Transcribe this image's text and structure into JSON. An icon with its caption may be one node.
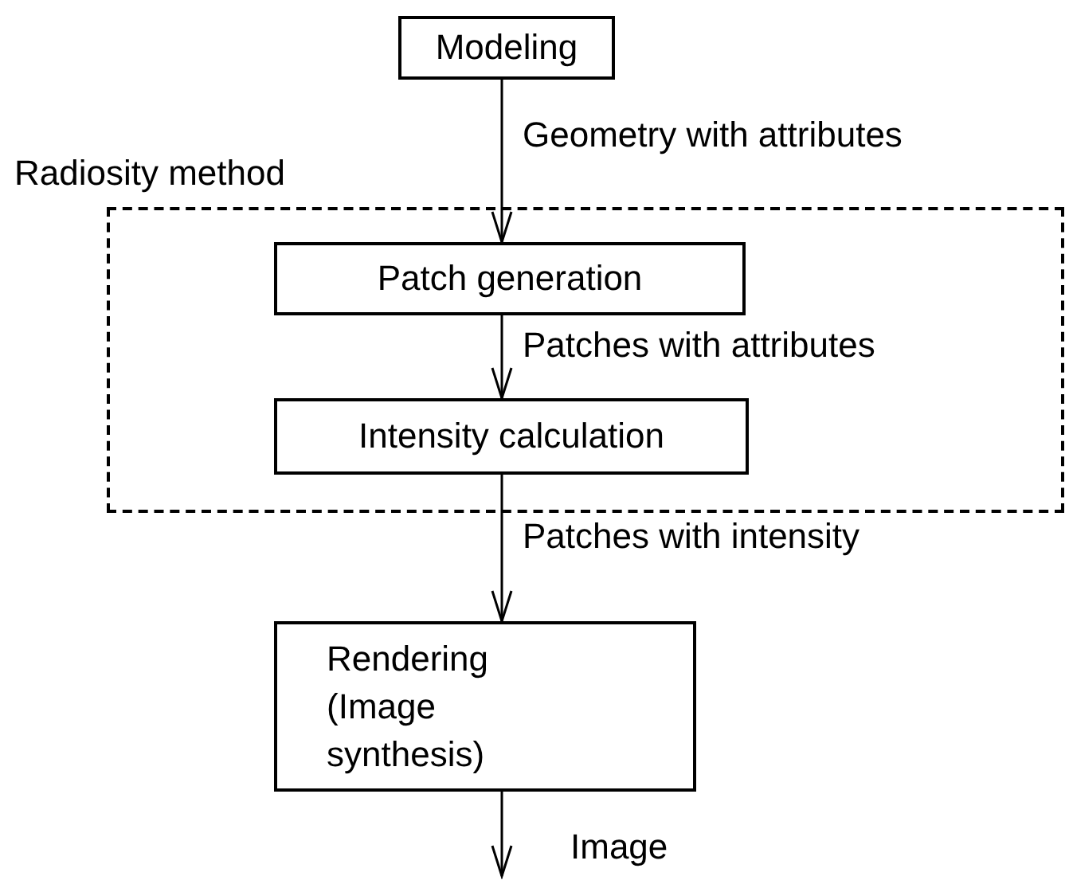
{
  "diagram": {
    "nodes": [
      {
        "text": [
          "Modeling"
        ]
      },
      {
        "text": [
          "Radiosity method"
        ]
      },
      {
        "text": [
          "Patch generation"
        ],
        "in": 1
      },
      {
        "text": [
          "Intensity calculation"
        ],
        "in": 1
      },
      {
        "text": [
          "Rendering (Image synthesis)"
        ]
      }
    ],
    "edges": [
      {
        "from": 0,
        "to": 2,
        "arrow": "to",
        "label": "Geometry with attributes"
      },
      {
        "from": 2,
        "to": 3,
        "arrow": "to",
        "label": "Patches with attributes"
      },
      {
        "from": 3,
        "to": 4,
        "arrow": "to",
        "label": "Patches with intensity"
      },
      {
        "from": 4,
        "to": null,
        "arrow": "to",
        "label": "Image"
      }
    ]
  }
}
